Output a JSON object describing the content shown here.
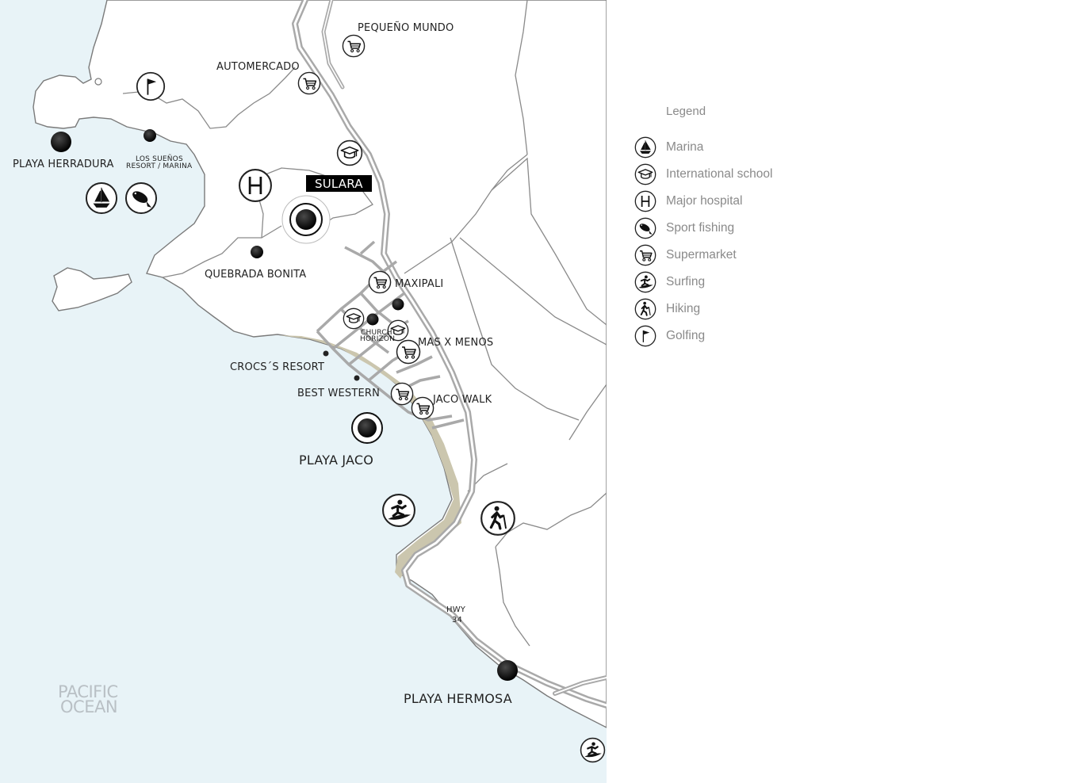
{
  "map": {
    "labels": {
      "pequeno_mundo": "PEQUEÑO MUNDO",
      "automercado": "AUTOMERCADO",
      "playa_herradura": "PLAYA HERRADURA",
      "los_suenos": "LOS SUEÑOS",
      "resort_marina": "RESORT / MARINA",
      "sulara": "SULARA",
      "quebrada_bonita": "QUEBRADA BONITA",
      "maxipali": "MAXIPALI",
      "church": "CHURCH",
      "horizon": "HORIZON",
      "mas_x_menos": "MAS X MENOS",
      "crocs_resort": "CROCS´S RESORT",
      "best_western": "BEST WESTERN",
      "jaco_walk": "JACO WALK",
      "playa_jaco": "PLAYA JACO",
      "hwy": "HWY",
      "hwy_num": "34",
      "playa_hermosa": "PLAYA HERMOSA",
      "pacific": "PACIFIC",
      "ocean": "OCEAN"
    },
    "colors": {
      "ocean": "#e8f3f7",
      "land": "#ffffff",
      "coast": "#7a7a7a",
      "road": "#a9a9a9",
      "beach": "#cbc6ae",
      "highlight": "#000000"
    }
  },
  "legend": {
    "title": "Legend",
    "items": [
      {
        "label": "Marina",
        "icon": "marina-icon"
      },
      {
        "label": "International school",
        "icon": "school-icon"
      },
      {
        "label": "Major hospital",
        "icon": "hospital-icon"
      },
      {
        "label": "Sport fishing",
        "icon": "fishing-icon"
      },
      {
        "label": "Supermarket",
        "icon": "cart-icon"
      },
      {
        "label": "Surfing",
        "icon": "surfing-icon"
      },
      {
        "label": "Hiking",
        "icon": "hiking-icon"
      },
      {
        "label": "Golfing",
        "icon": "golf-icon"
      }
    ]
  }
}
